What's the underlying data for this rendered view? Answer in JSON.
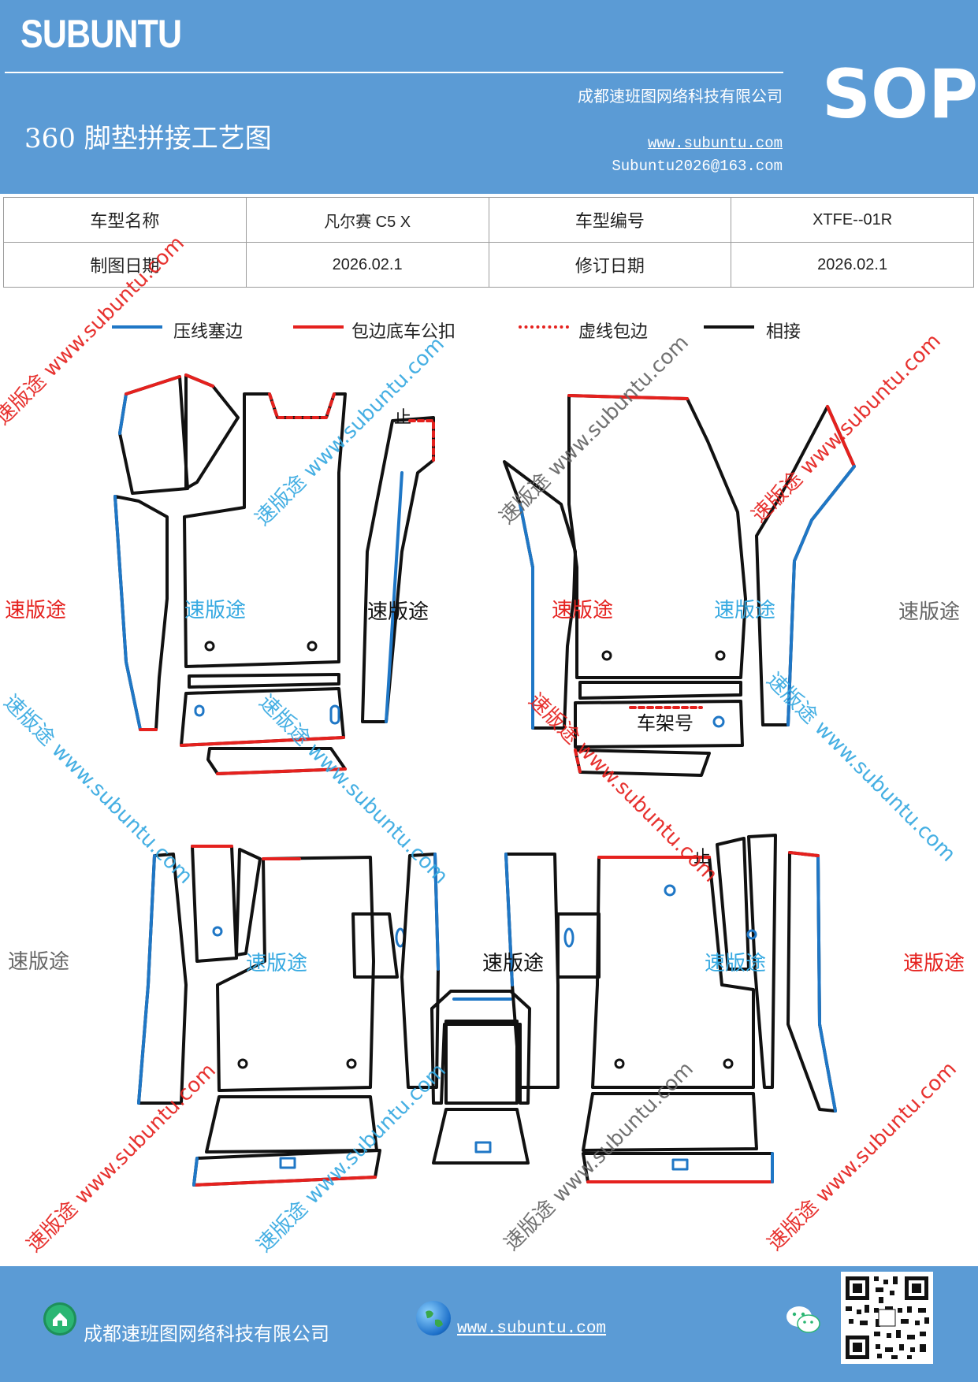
{
  "header": {
    "brand": "SUBUNTU",
    "company": "成都速班图网络科技有限公司",
    "title": "360 脚垫拼接工艺图",
    "website": "www.subuntu.com",
    "email": "Subuntu2026@163.com",
    "badge": "SOP"
  },
  "info_table": {
    "row1": {
      "label1": "车型名称",
      "value1": "凡尔赛 C5 X",
      "label2": "车型编号",
      "value2": "XTFE--01R"
    },
    "row2": {
      "label1": "制图日期",
      "value1": "2026.02.1",
      "label2": "修订日期",
      "value2": "2026.02.1"
    }
  },
  "legend": [
    {
      "label": "压线塞边",
      "color": "#1f77c6",
      "style": "solid"
    },
    {
      "label": "包边底车公扣",
      "color": "#e5211e",
      "style": "solid"
    },
    {
      "label": "虚线包边",
      "color": "#e5211e",
      "style": "dotted"
    },
    {
      "label": "相接",
      "color": "#111111",
      "style": "solid"
    }
  ],
  "diagram": {
    "stop_mark_1": "止",
    "stop_mark_2": "止",
    "vin_label": "车架号",
    "watermark_text": "速版途",
    "watermark_url": "速版途 www.subuntu.com",
    "colors": {
      "blue": "#1f77c6",
      "red": "#e5211e",
      "black": "#111111",
      "gray": "#666666",
      "lightblue": "#36a9e1"
    }
  },
  "footer": {
    "company": "成都速班图网络科技有限公司",
    "website": "www.subuntu.com",
    "icons": [
      "home-icon",
      "globe-icon",
      "wechat-icon",
      "qr-code"
    ]
  }
}
